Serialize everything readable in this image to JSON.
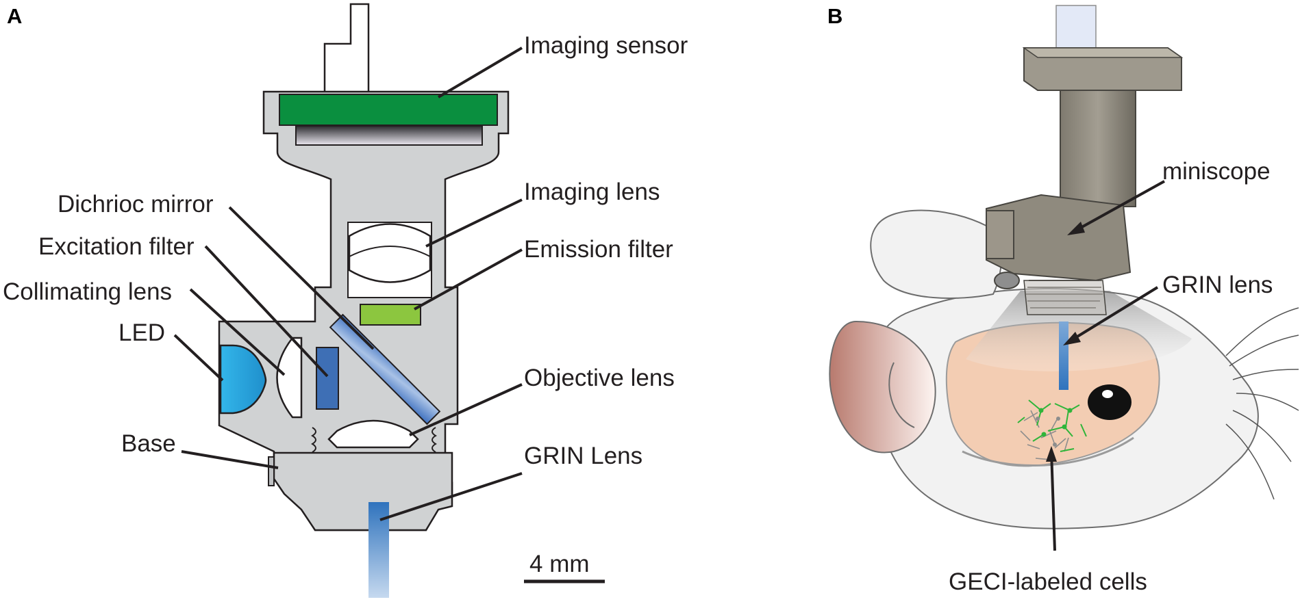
{
  "panels": {
    "a": "A",
    "b": "B"
  },
  "panel_a": {
    "labels": {
      "imaging_sensor": "Imaging sensor",
      "imaging_lens": "Imaging lens",
      "dichroic_mirror": "Dichrioc mirror",
      "emission_filter": "Emission filter",
      "excitation_filter": "Excitation filter",
      "collimating_lens": "Collimating lens",
      "led": "LED",
      "objective_lens": "Objective lens",
      "base": "Base",
      "grin_lens": "GRIN Lens"
    },
    "scale_bar": "4 mm",
    "colors": {
      "body": "#d0d2d3",
      "sensor": "#0a8f3f",
      "emission_filter": "#8cc63f",
      "excitation_filter": "#3e6fb5",
      "dichroic_mirror": "#7fa3d6",
      "led": "#2ba9e0",
      "grin": "#3a7fc1"
    }
  },
  "panel_b": {
    "labels": {
      "miniscope": "miniscope",
      "grin_lens": "GRIN lens",
      "cells": "GECI-labeled cells"
    },
    "colors": {
      "head": "#f2f2f2",
      "skin": "#f3cdb3",
      "scope": "#8f8a7e",
      "cells_green": "#2fb53a",
      "cells_gray": "#8d8d8d"
    }
  }
}
